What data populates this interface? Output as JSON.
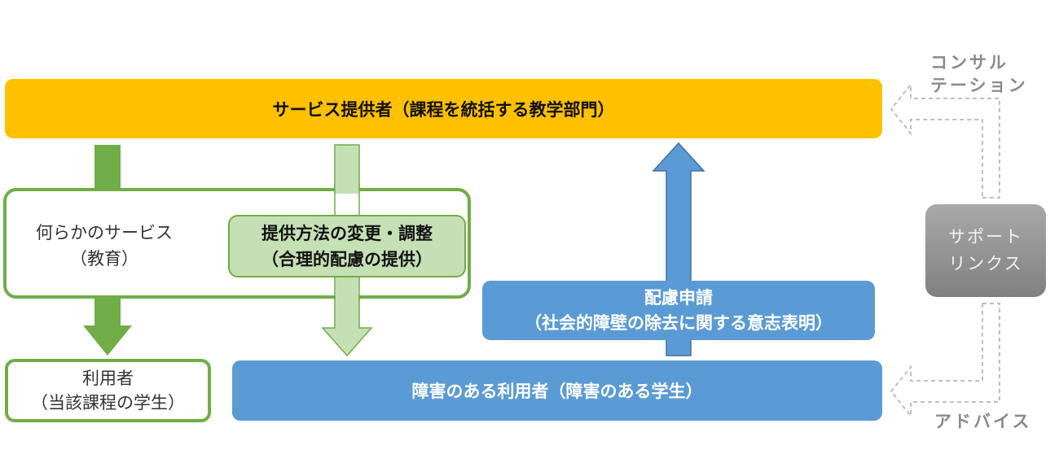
{
  "provider": {
    "label": "サービス提供者（課程を統括する教学部門）"
  },
  "service": {
    "line1": "何らかのサービス",
    "line2": "（教育）"
  },
  "adjustment": {
    "line1": "提供方法の変更・調整",
    "line2": "（合理的配慮の提供）"
  },
  "user": {
    "line1": "利用者",
    "line2": "（当該課程の学生）"
  },
  "disabled_user": {
    "label": "障害のある利用者（障害のある学生）"
  },
  "request": {
    "line1": "配慮申請",
    "line2": "（社会的障壁の除去に関する意志表明）"
  },
  "support": {
    "line1": "サポート",
    "line2": "リンクス"
  },
  "consultation": {
    "line1": "コンサル",
    "line2": "テーション"
  },
  "advice": {
    "label": "アドバイス"
  },
  "colors": {
    "provider": "#ffc000",
    "green": "#70ad47",
    "light_green": "#c5e0b4",
    "blue": "#5b9bd5",
    "gray": "#a6a6a6"
  }
}
